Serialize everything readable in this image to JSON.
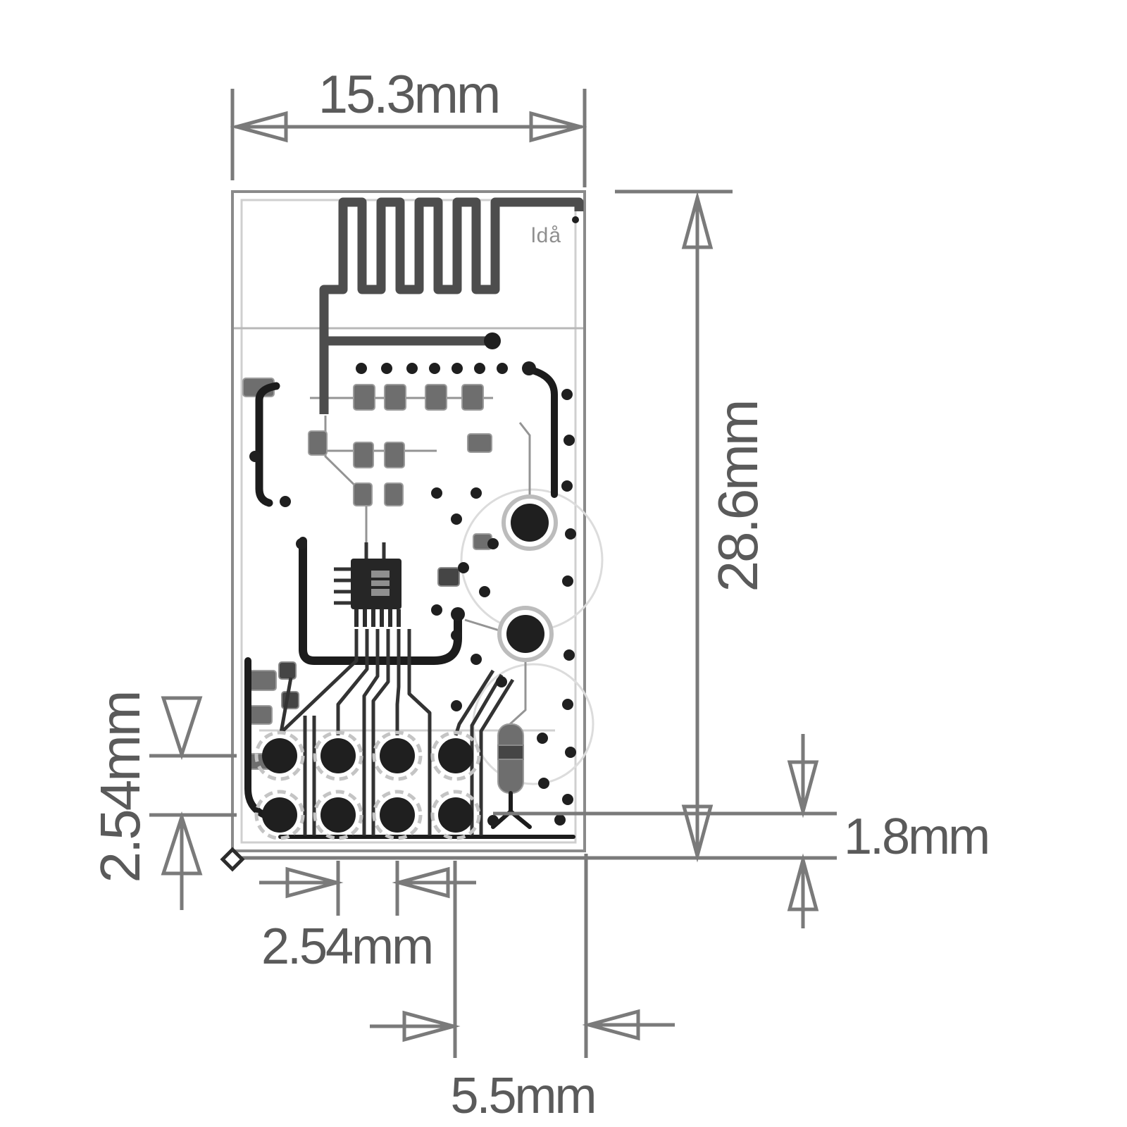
{
  "drawing": {
    "silkscreen_text": "ldå",
    "dims": {
      "board_width": "15.3mm",
      "board_height": "28.6mm",
      "row_pitch": "2.54mm",
      "column_pitch": "2.54mm",
      "edge_offset": "1.8mm",
      "pad_offset": "5.5mm"
    }
  }
}
